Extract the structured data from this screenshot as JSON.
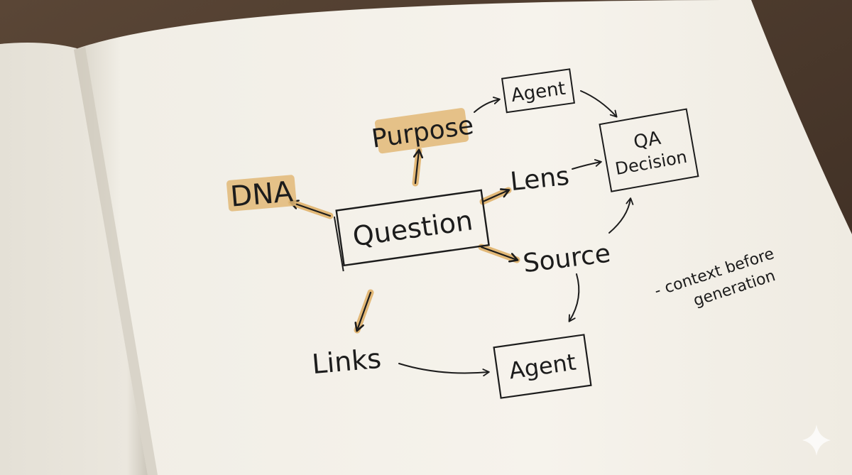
{
  "diagram": {
    "center": {
      "label": "Question"
    },
    "nodes": {
      "dna": {
        "label": "DNA",
        "highlighted": true
      },
      "purpose": {
        "label": "Purpose",
        "highlighted": true
      },
      "agent_top": {
        "label": "Agent"
      },
      "lens": {
        "label": "Lens"
      },
      "qa": {
        "line1": "QA",
        "line2": "Decision"
      },
      "source": {
        "label": "Source"
      },
      "links": {
        "label": "Links"
      },
      "agent_bottom": {
        "label": "Agent"
      }
    },
    "note": {
      "line1": "- context before",
      "line2": "generation"
    },
    "edges": [
      {
        "from": "Question",
        "to": "DNA",
        "highlighted": true
      },
      {
        "from": "Question",
        "to": "Purpose",
        "highlighted": true
      },
      {
        "from": "Purpose",
        "to": "Agent",
        "highlighted": false
      },
      {
        "from": "Agent",
        "to": "QA Decision",
        "highlighted": false
      },
      {
        "from": "Question",
        "to": "Lens",
        "highlighted": true
      },
      {
        "from": "Lens",
        "to": "QA Decision",
        "highlighted": false
      },
      {
        "from": "Question",
        "to": "Source",
        "highlighted": true
      },
      {
        "from": "Source",
        "to": "QA Decision",
        "highlighted": false
      },
      {
        "from": "Source",
        "to": "Agent",
        "highlighted": false
      },
      {
        "from": "Question",
        "to": "Links",
        "highlighted": true
      },
      {
        "from": "Links",
        "to": "Agent",
        "highlighted": false
      }
    ]
  },
  "colors": {
    "paper": "#f5f2ea",
    "ink": "#1c1c1c",
    "highlight": "#e2b877",
    "table": "#4a3a2e"
  }
}
